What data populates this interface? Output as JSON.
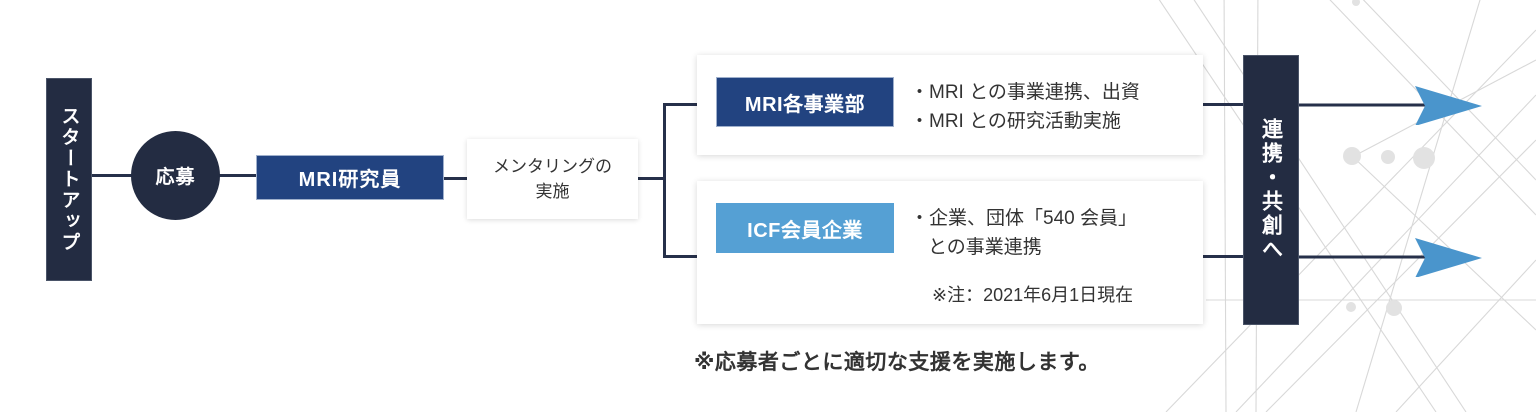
{
  "colors": {
    "navy_bar": "#232c42",
    "dark_blue_tag": "#224380",
    "light_blue_tag": "#55a0d4",
    "connector": "#26304a",
    "arrow_blue": "#4a95cc",
    "text": "#333333",
    "background": "#ffffff"
  },
  "flow": {
    "startup": {
      "label": "スタートアップ"
    },
    "apply": {
      "label": "応募"
    },
    "researcher": {
      "label": "MRI研究員"
    },
    "mentoring": {
      "line1": "メンタリングの",
      "line2": "実施"
    },
    "collaboration": {
      "label": "連携・共創へ"
    }
  },
  "cards": [
    {
      "tag": "MRI各事業部",
      "lines": [
        "・MRI との事業連携、出資",
        "・MRI との研究活動実施"
      ],
      "note": ""
    },
    {
      "tag": "ICF会員企業",
      "lines": [
        "・企業、団体「540 会員」",
        "との事業連携"
      ],
      "note": "※注：2021年6月1日現在"
    }
  ],
  "footnote": "※応募者ごとに適切な支援を実施します。"
}
